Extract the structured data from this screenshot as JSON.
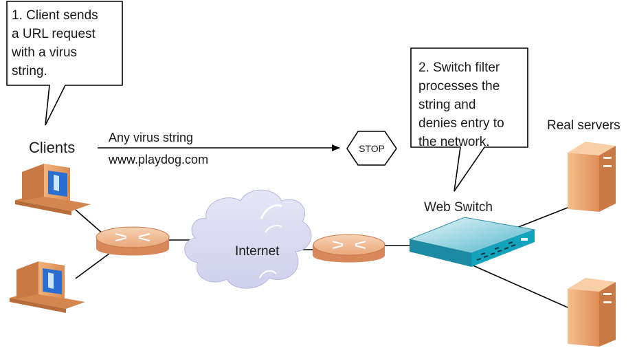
{
  "callouts": {
    "client": {
      "lines": [
        "1. Client sends",
        "a URL request",
        "with a virus",
        "string."
      ]
    },
    "switch": {
      "lines": [
        "2. Switch filter",
        "processes the",
        "string and",
        "denies entry to",
        "the network."
      ]
    }
  },
  "labels": {
    "clients": "Clients",
    "real_servers": "Real servers",
    "web_switch": "Web Switch",
    "internet": "Internet",
    "stop": "STOP"
  },
  "request": {
    "line1": "Any virus string",
    "line2": "www.playdog.com"
  },
  "colors": {
    "computer": "#e9a66e",
    "screen": "#2a6fd0",
    "router": "#f0b98f",
    "cloud": "#dcdcf2",
    "switch": "#1e9fb6",
    "server": "#f0a873"
  },
  "icons": [
    "client-computer-icon",
    "router-icon",
    "internet-cloud-icon",
    "web-switch-icon",
    "server-icon",
    "stop-sign-icon"
  ]
}
